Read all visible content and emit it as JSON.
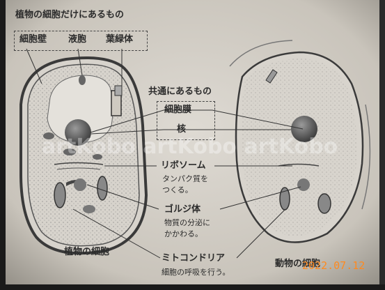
{
  "plant_only": {
    "heading": "植物の細胞だけにあるもの",
    "labels": [
      "細胞壁",
      "液胞",
      "葉緑体"
    ]
  },
  "common": {
    "heading": "共通にあるもの",
    "membrane": "細胞膜",
    "nucleus": "核"
  },
  "ribosome": {
    "name": "リボソーム",
    "desc": [
      "タンパク質を",
      "つくる。"
    ]
  },
  "golgi": {
    "name": "ゴルジ体",
    "desc": [
      "物質の分泌に",
      "かかわる。"
    ]
  },
  "mitochondria": {
    "name": "ミトコンドリア",
    "desc": "細胞の呼吸を行う。"
  },
  "plant_cell_label": "植物の細胞",
  "animal_cell_label": "動物の細胞",
  "watermark": "artKobo artKobo artKobo",
  "date_stamp": "2022.07.12",
  "colors": {
    "paper": "#cfcac1",
    "stamp": "#ff8a1f"
  }
}
